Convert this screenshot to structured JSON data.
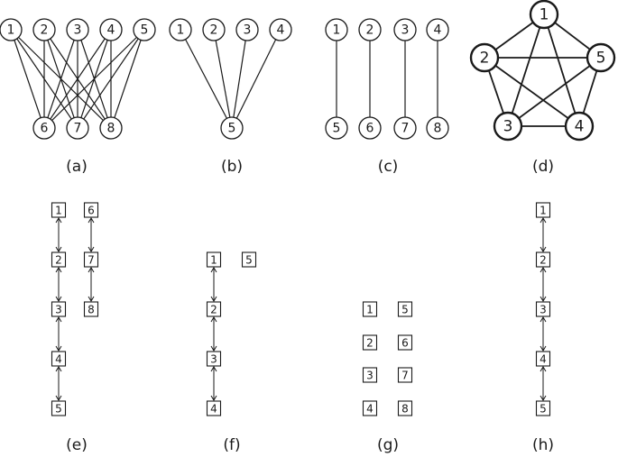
{
  "captions": [
    "(a)",
    "(b)",
    "(c)",
    "(d)",
    "(e)",
    "(f)",
    "(g)",
    "(h)"
  ],
  "graph_a": {
    "top_nodes": [
      "1",
      "2",
      "3",
      "4",
      "5"
    ],
    "bottom_nodes": [
      "6",
      "7",
      "8"
    ],
    "edges": [
      [
        "1",
        "6"
      ],
      [
        "1",
        "7"
      ],
      [
        "1",
        "8"
      ],
      [
        "2",
        "6"
      ],
      [
        "2",
        "7"
      ],
      [
        "2",
        "8"
      ],
      [
        "3",
        "6"
      ],
      [
        "3",
        "7"
      ],
      [
        "3",
        "8"
      ],
      [
        "4",
        "6"
      ],
      [
        "4",
        "7"
      ],
      [
        "4",
        "8"
      ],
      [
        "5",
        "6"
      ],
      [
        "5",
        "7"
      ],
      [
        "5",
        "8"
      ]
    ]
  },
  "graph_b": {
    "top_nodes": [
      "1",
      "2",
      "3",
      "4"
    ],
    "bottom_nodes": [
      "5"
    ],
    "edges": [
      [
        "1",
        "5"
      ],
      [
        "2",
        "5"
      ],
      [
        "3",
        "5"
      ],
      [
        "4",
        "5"
      ]
    ]
  },
  "graph_c": {
    "top_nodes": [
      "1",
      "2",
      "3",
      "4"
    ],
    "bottom_nodes": [
      "5",
      "6",
      "7",
      "8"
    ],
    "edges": [
      [
        "1",
        "5"
      ],
      [
        "2",
        "6"
      ],
      [
        "3",
        "7"
      ],
      [
        "4",
        "8"
      ]
    ]
  },
  "graph_d": {
    "nodes": [
      "1",
      "2",
      "3",
      "4",
      "5"
    ],
    "edges": [
      [
        "1",
        "2"
      ],
      [
        "1",
        "3"
      ],
      [
        "1",
        "4"
      ],
      [
        "1",
        "5"
      ],
      [
        "2",
        "3"
      ],
      [
        "2",
        "4"
      ],
      [
        "2",
        "5"
      ],
      [
        "3",
        "4"
      ],
      [
        "3",
        "5"
      ],
      [
        "4",
        "5"
      ]
    ]
  },
  "chain_e": {
    "columns": [
      [
        "1",
        "2",
        "3",
        "4",
        "5"
      ],
      [
        "6",
        "7",
        "8"
      ]
    ]
  },
  "chain_f": {
    "columns": [
      [
        "1",
        "2",
        "3",
        "4"
      ],
      [
        "5"
      ]
    ]
  },
  "chain_g": {
    "columns": [
      [
        "1"
      ],
      [
        "5"
      ],
      [
        "2"
      ],
      [
        "6"
      ],
      [
        "3"
      ],
      [
        "7"
      ],
      [
        "4"
      ],
      [
        "8"
      ]
    ]
  },
  "chain_h": {
    "columns": [
      [
        "1",
        "2",
        "3",
        "4",
        "5"
      ]
    ]
  }
}
